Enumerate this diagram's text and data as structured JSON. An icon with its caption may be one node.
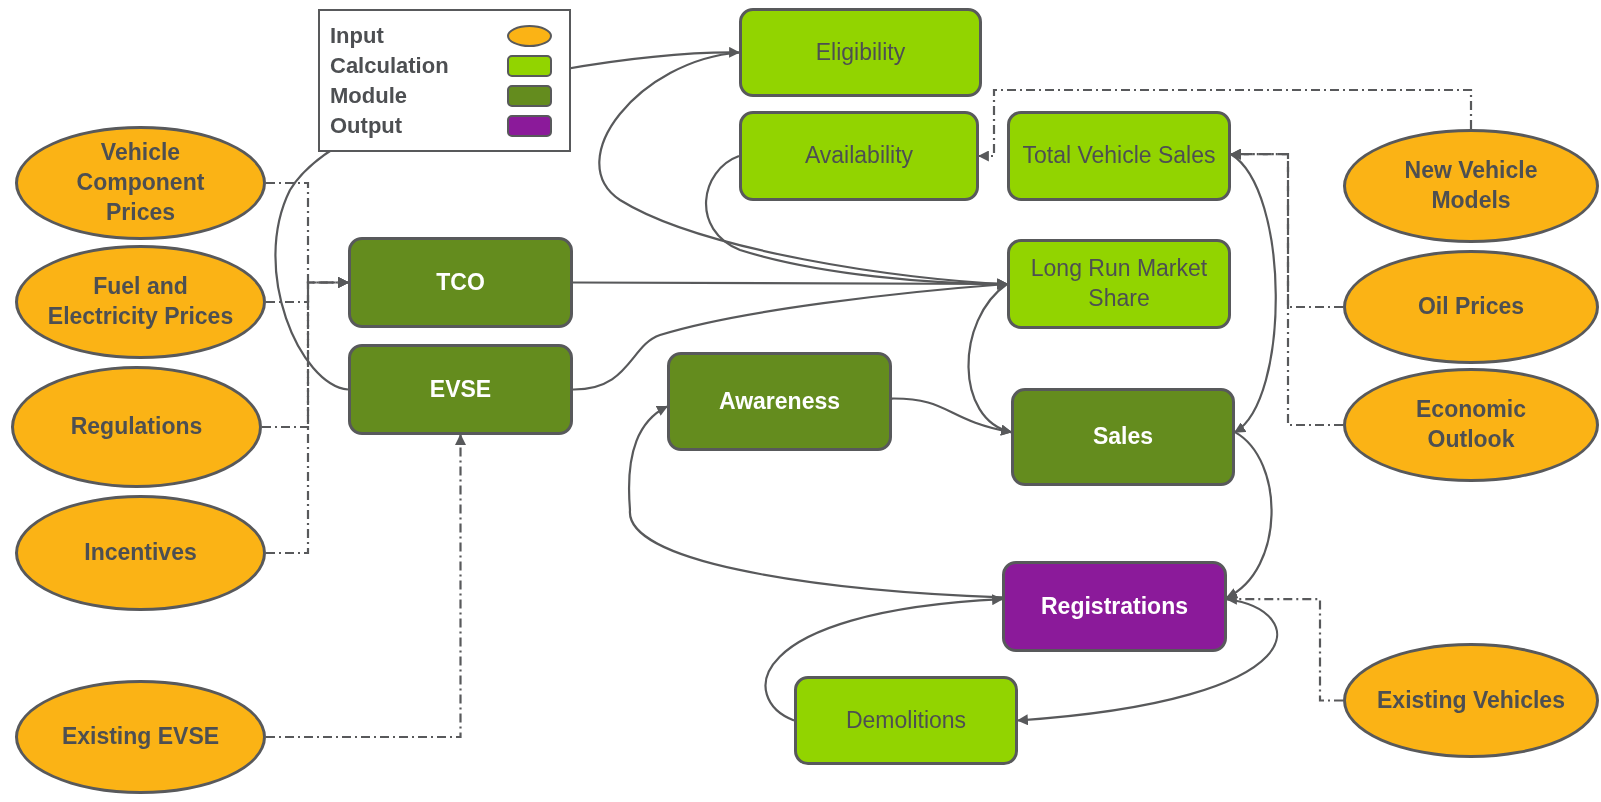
{
  "diagram": {
    "nodes": [
      {
        "text": [
          "Eligibility"
        ]
      },
      {
        "text": [
          "Availability"
        ]
      },
      {
        "text": [
          "Total Vehicle Sales"
        ]
      },
      {
        "text": [
          "TCO"
        ]
      },
      {
        "text": [
          "Long Run Market Share"
        ]
      },
      {
        "text": [
          "EVSE"
        ]
      },
      {
        "text": [
          "Awareness"
        ]
      },
      {
        "text": [
          "Sales"
        ]
      },
      {
        "text": [
          "Registrations"
        ]
      },
      {
        "text": [
          "Demolitions"
        ]
      },
      {
        "text": [
          "Vehicle Component Prices"
        ]
      },
      {
        "text": [
          "Fuel and Electricity Prices"
        ]
      },
      {
        "text": [
          "Regulations"
        ]
      },
      {
        "text": [
          "Incentives"
        ]
      },
      {
        "text": [
          "Existing EVSE"
        ]
      },
      {
        "text": [
          "New Vehicle Models"
        ]
      },
      {
        "text": [
          "Oil Prices"
        ]
      },
      {
        "text": [
          "Economic Outlook"
        ]
      },
      {
        "text": [
          "Existing Vehicles"
        ]
      }
    ],
    "edges": [
      {
        "from": 5,
        "to": 0,
        "arrow": "to"
      },
      {
        "from": 0,
        "to": 4,
        "arrow": "to"
      },
      {
        "from": 1,
        "to": 4,
        "arrow": "to"
      },
      {
        "from": 3,
        "to": 4,
        "arrow": "to"
      },
      {
        "from": 5,
        "to": 4,
        "arrow": "to"
      },
      {
        "from": 15,
        "to": 1,
        "arrow": "to",
        "style": "dashed"
      },
      {
        "from": 16,
        "to": 2,
        "arrow": "to",
        "style": "dashed"
      },
      {
        "from": 17,
        "to": 2,
        "arrow": "to",
        "style": "dashed"
      },
      {
        "from": 2,
        "to": 7,
        "arrow": "to"
      },
      {
        "from": 4,
        "to": 7,
        "arrow": "to"
      },
      {
        "from": 6,
        "to": 7,
        "arrow": "to"
      },
      {
        "from": 7,
        "to": 8,
        "arrow": "to"
      },
      {
        "from": 8,
        "to": 6,
        "arrow": "to"
      },
      {
        "from": 9,
        "to": 8,
        "arrow": "to"
      },
      {
        "from": 8,
        "to": 9,
        "arrow": "to"
      },
      {
        "from": 18,
        "to": 8,
        "arrow": "to",
        "style": "dashed"
      },
      {
        "from": 10,
        "to": 3,
        "arrow": "to",
        "style": "dashed"
      },
      {
        "from": 11,
        "to": 3,
        "arrow": "to",
        "style": "dashed"
      },
      {
        "from": 12,
        "to": 3,
        "arrow": "to",
        "style": "dashed"
      },
      {
        "from": 13,
        "to": 3,
        "arrow": "to",
        "style": "dashed"
      },
      {
        "from": 14,
        "to": 5,
        "arrow": "to",
        "style": "dashed"
      }
    ],
    "legend": [
      {
        "text": "Input",
        "color": "#fbb315"
      },
      {
        "text": "Calculation",
        "color": "#92d400"
      },
      {
        "text": "Module",
        "color": "#648c1e"
      },
      {
        "text": "Output",
        "color": "#8b1a9a"
      }
    ]
  }
}
